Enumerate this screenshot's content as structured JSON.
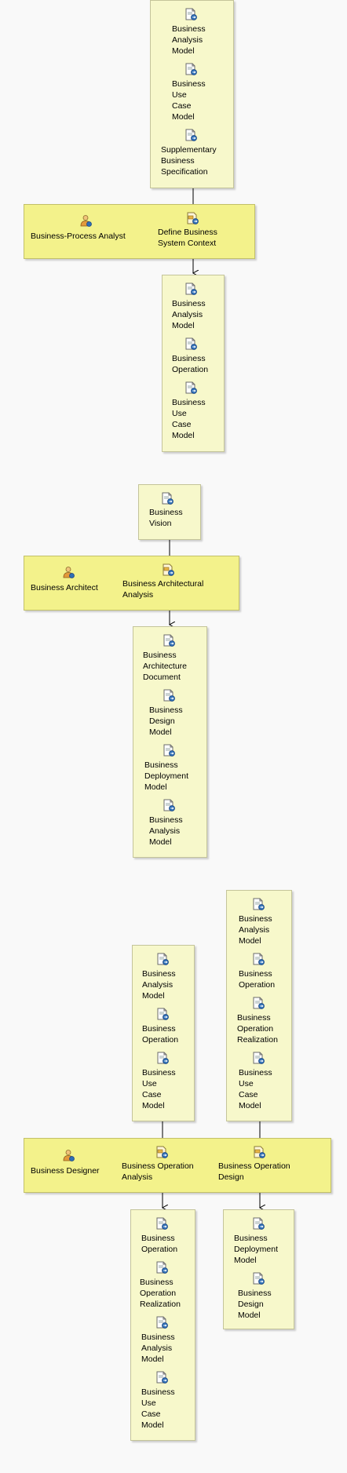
{
  "groups": [
    {
      "role": "Business-Process Analyst",
      "tasks": [
        "Define Business\nSystem Context"
      ],
      "inputs": [
        [
          "Business\nAnalysis\nModel",
          "Business\nUse\nCase\nModel",
          "Supplementary\nBusiness\nSpecification"
        ]
      ],
      "outputs": [
        [
          "Business\nAnalysis\nModel",
          "Business\nOperation",
          "Business\nUse\nCase\nModel"
        ]
      ]
    },
    {
      "role": "Business Architect",
      "tasks": [
        "Business Architectural\nAnalysis"
      ],
      "inputs": [
        [
          "Business\nVision"
        ]
      ],
      "outputs": [
        [
          "Business\nArchitecture\nDocument",
          "Business\nDesign\nModel",
          "Business\nDeployment\nModel",
          "Business\nAnalysis\nModel"
        ]
      ]
    },
    {
      "role": "Business Designer",
      "tasks": [
        "Business Operation\nAnalysis",
        "Business Operation\nDesign"
      ],
      "inputs": [
        [
          "Business\nAnalysis\nModel",
          "Business\nOperation",
          "Business\nUse\nCase\nModel"
        ],
        [
          "Business\nAnalysis\nModel",
          "Business\nOperation",
          "Business\nOperation\nRealization",
          "Business\nUse\nCase\nModel"
        ]
      ],
      "outputs": [
        [
          "Business\nOperation",
          "Business\nOperation\nRealization",
          "Business\nAnalysis\nModel",
          "Business\nUse\nCase\nModel"
        ],
        [
          "Business\nDeployment\nModel",
          "Business\nDesign\nModel"
        ]
      ]
    }
  ],
  "icons": {
    "artifact": "artifact-document-icon",
    "role": "role-worker-icon",
    "task": "task-activity-icon"
  }
}
